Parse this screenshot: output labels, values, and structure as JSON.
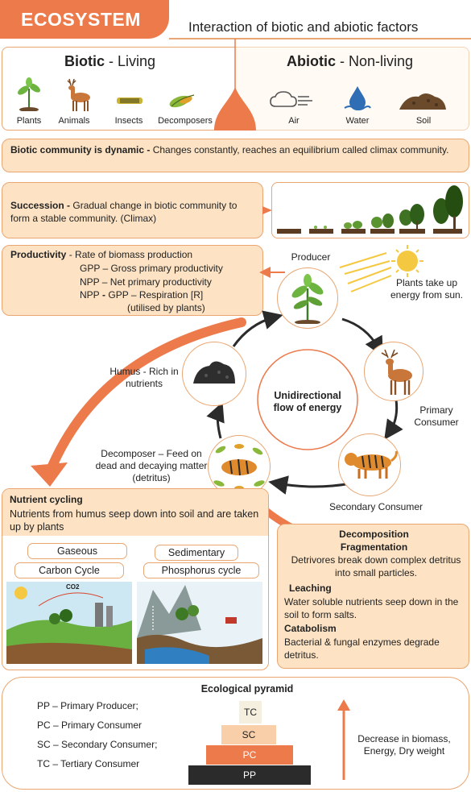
{
  "header": {
    "title": "ECOSYSTEM",
    "subtitle": "Interaction of biotic and abiotic factors"
  },
  "biotic": {
    "title": "Biotic",
    "dash": " - ",
    "subtitle": "Living",
    "items": [
      "Plants",
      "Animals",
      "Insects",
      "Decomposers"
    ]
  },
  "abiotic": {
    "title": "Abiotic",
    "dash": " - ",
    "subtitle": "Non-living",
    "items": [
      "Air",
      "Water",
      "Soil"
    ]
  },
  "community": {
    "lead": "Biotic community is dynamic -",
    "text": "Changes constantly, reaches an equilibrium called climax community."
  },
  "succession": {
    "lead": "Succession -",
    "text": "Gradual change in biotic community to form a stable community. (Climax)"
  },
  "productivity": {
    "lead": "Productivity",
    "text": " - Rate of biomass production",
    "gpp": "GPP – Gross primary productivity",
    "npp": "NPP – Net primary productivity",
    "npp2_a": "NPP",
    "npp2_b": " - ",
    "npp2_c": "GPP – Respiration [R]",
    "npp2_d": "(utilised by plants)"
  },
  "cycle": {
    "producer": "Producer",
    "sun_text": "Plants take up energy from sun.",
    "primary": "Primary Consumer",
    "secondary": "Secondary Consumer",
    "decomposer": "Decomposer – Feed on dead and decaying matter (detritus)",
    "humus": "Humus - Rich in nutrients",
    "center": "Unidirectional flow of energy"
  },
  "nutrient": {
    "title": "Nutrient cycling",
    "text": "Nutrients from humus seep down into soil and are taken up by plants",
    "gaseous": "Gaseous",
    "sedimentary": "Sedimentary",
    "carbon": "Carbon Cycle",
    "phosphorus": "Phosphorus cycle",
    "co2": "CO2"
  },
  "decomposition": {
    "title": "Decomposition",
    "frag_title": "Fragmentation",
    "frag_text": "Detrivores break down complex detritus into small particles.",
    "leach_title": "Leaching",
    "leach_text": "Water soluble nutrients seep down in the soil to form salts.",
    "cata_title": "Catabolism",
    "cata_text": "Bacterial & fungal enzymes degrade detritus."
  },
  "pyramid": {
    "title": "Ecological pyramid",
    "legend": [
      "PP – Primary Producer;",
      "PC – Primary Consumer",
      "SC – Secondary Consumer;",
      "TC – Tertiary Consumer"
    ],
    "levels": [
      "TC",
      "SC",
      "PC",
      "PP"
    ],
    "arrow_text": "Decrease in biomass, Energy, Dry weight"
  },
  "colors": {
    "accent": "#ec7a4b",
    "box": "#fde3c4",
    "border": "#e9a672",
    "dark": "#2b2b2b"
  }
}
